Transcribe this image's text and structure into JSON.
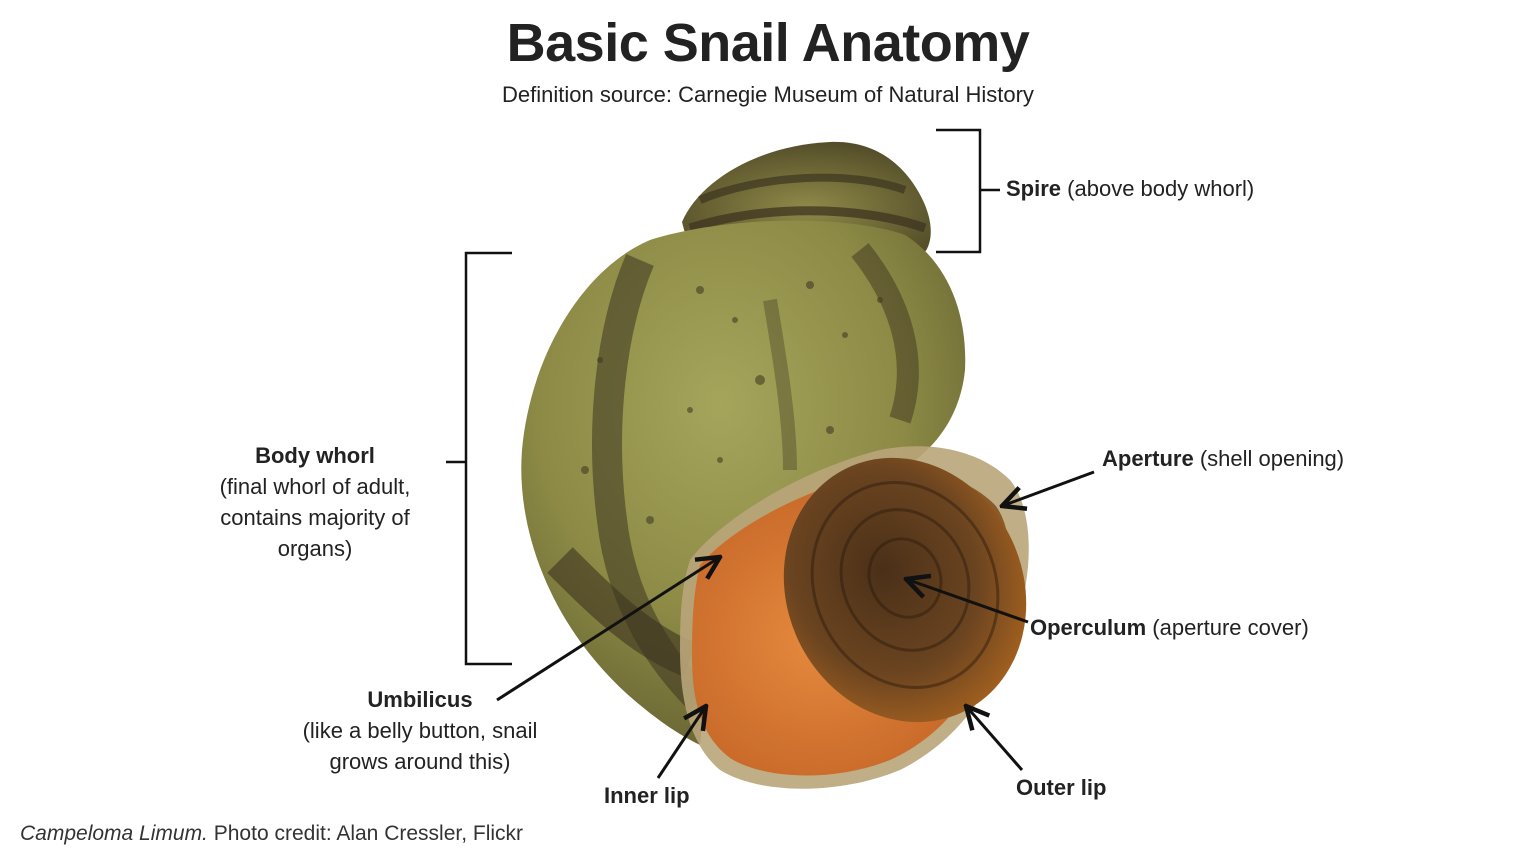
{
  "header": {
    "title": "Basic Snail Anatomy",
    "subtitle": "Definition source: Carnegie Museum of Natural History"
  },
  "labels": {
    "spire": {
      "term": "Spire",
      "desc": "(above body whorl)"
    },
    "body_whorl": {
      "term": "Body whorl",
      "desc_lines": [
        "(final whorl of adult,",
        "contains majority of",
        "organs)"
      ]
    },
    "aperture": {
      "term": "Aperture",
      "desc": "(shell opening)"
    },
    "operculum": {
      "term": "Operculum",
      "desc": "(aperture cover)"
    },
    "umbilicus": {
      "term": "Umbilicus",
      "desc_lines": [
        "(like a belly button, snail",
        "grows around this)"
      ]
    },
    "inner_lip": {
      "term": "Inner lip"
    },
    "outer_lip": {
      "term": "Outer lip"
    }
  },
  "caption": {
    "species": "Campeloma Limum.",
    "credit": "Photo credit: Alan Cressler, Flickr"
  },
  "colors": {
    "shell_olive": "#8c8a45",
    "shell_dark": "#3d3420",
    "operculum_brown": "#5a3a1c",
    "inner_orange": "#d9732e",
    "line": "#111111"
  }
}
